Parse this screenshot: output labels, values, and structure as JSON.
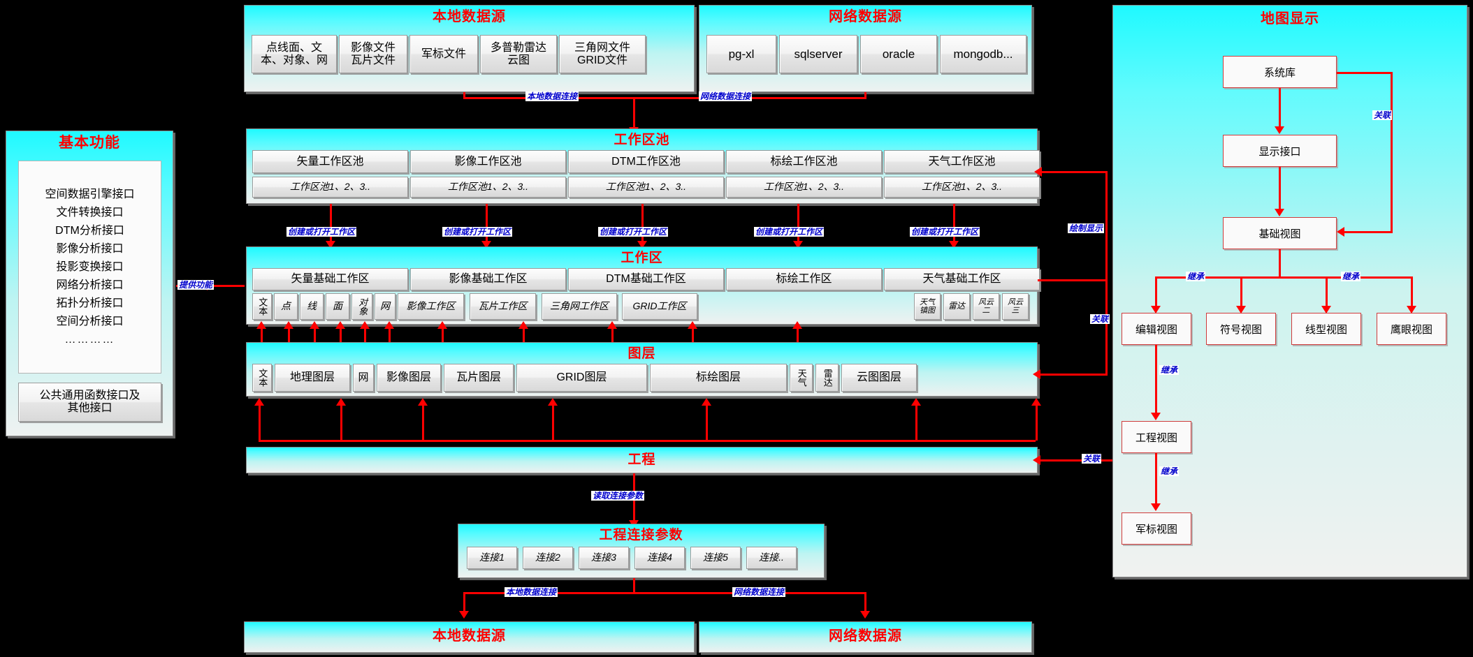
{
  "local_datasource_top": {
    "title": "本地数据源",
    "items": [
      "点线面、文\n本、对象、网",
      "影像文件\n瓦片文件",
      "军标文件",
      "多普勒雷达\n云图",
      "三角网文件\nGRID文件"
    ]
  },
  "network_datasource_top": {
    "title": "网络数据源",
    "items": [
      "pg-xl",
      "sqlserver",
      "oracle",
      "mongodb..."
    ]
  },
  "basic_functions": {
    "title": "基本功能",
    "interfaces": [
      "空间数据引擎接口",
      "文件转换接口",
      "DTM分析接口",
      "影像分析接口",
      "投影变换接口",
      "网络分析接口",
      "拓扑分析接口",
      "空间分析接口",
      "…………"
    ],
    "common_interface": "公共通用函数接口及\n其他接口"
  },
  "workspace_pool": {
    "title": "工作区池",
    "categories": [
      "矢量工作区池",
      "影像工作区池",
      "DTM工作区池",
      "标绘工作区池",
      "天气工作区池"
    ],
    "instances": [
      "工作区池1、2、3..",
      "工作区池1、2、3..",
      "工作区池1、2、3..",
      "工作区池1、2、3..",
      "工作区池1、2、3.."
    ]
  },
  "workspace": {
    "title": "工作区",
    "bases": [
      "矢量基础工作区",
      "影像基础工作区",
      "DTM基础工作区",
      "标绘工作区",
      "天气基础工作区"
    ],
    "vector_subs": [
      "文本",
      "点",
      "线",
      "面",
      "对象",
      "网"
    ],
    "image_subs": [
      "影像工作区",
      "瓦片工作区"
    ],
    "dtm_subs": [
      "三角网工作区",
      "GRID工作区"
    ],
    "weather_subs": [
      "天气\n镇图",
      "雷达",
      "风云\n二",
      "风云\n三"
    ]
  },
  "layers": {
    "title": "图层",
    "items": [
      "文本",
      "地理图层",
      "网",
      "影像图层",
      "瓦片图层",
      "GRID图层",
      "标绘图层",
      "天气",
      "雷达",
      "云图图层"
    ]
  },
  "project": {
    "title": "工程"
  },
  "project_params": {
    "title": "工程连接参数",
    "items": [
      "连接1",
      "连接2",
      "连接3",
      "连接4",
      "连接5",
      "连接.."
    ]
  },
  "local_datasource_bottom": {
    "title": "本地数据源"
  },
  "network_datasource_bottom": {
    "title": "网络数据源"
  },
  "map_display": {
    "title": "地图显示",
    "nodes": {
      "system_lib": "系统库",
      "display_interface": "显示接口",
      "base_view": "基础视图",
      "edit_view": "编辑视图",
      "symbol_view": "符号视图",
      "line_view": "线型视图",
      "eagle_view": "鹰眼视图",
      "project_view": "工程视图",
      "milmark_view": "军标视图"
    }
  },
  "edge_labels": {
    "local_data_conn": "本地数据连接",
    "network_data_conn": "网络数据连接",
    "create_or_open": "创建或打开工作区",
    "provide_function": "提供功能",
    "draw_display": "绘制显示",
    "relate": "关联",
    "inherit": "继承",
    "read_conn_params": "读取连接参数"
  },
  "colors": {
    "title_red": "#ff0000",
    "label_blue": "#0000cc",
    "connector_red": "#ff0000",
    "panel_cyan": "#1ff9ff"
  }
}
